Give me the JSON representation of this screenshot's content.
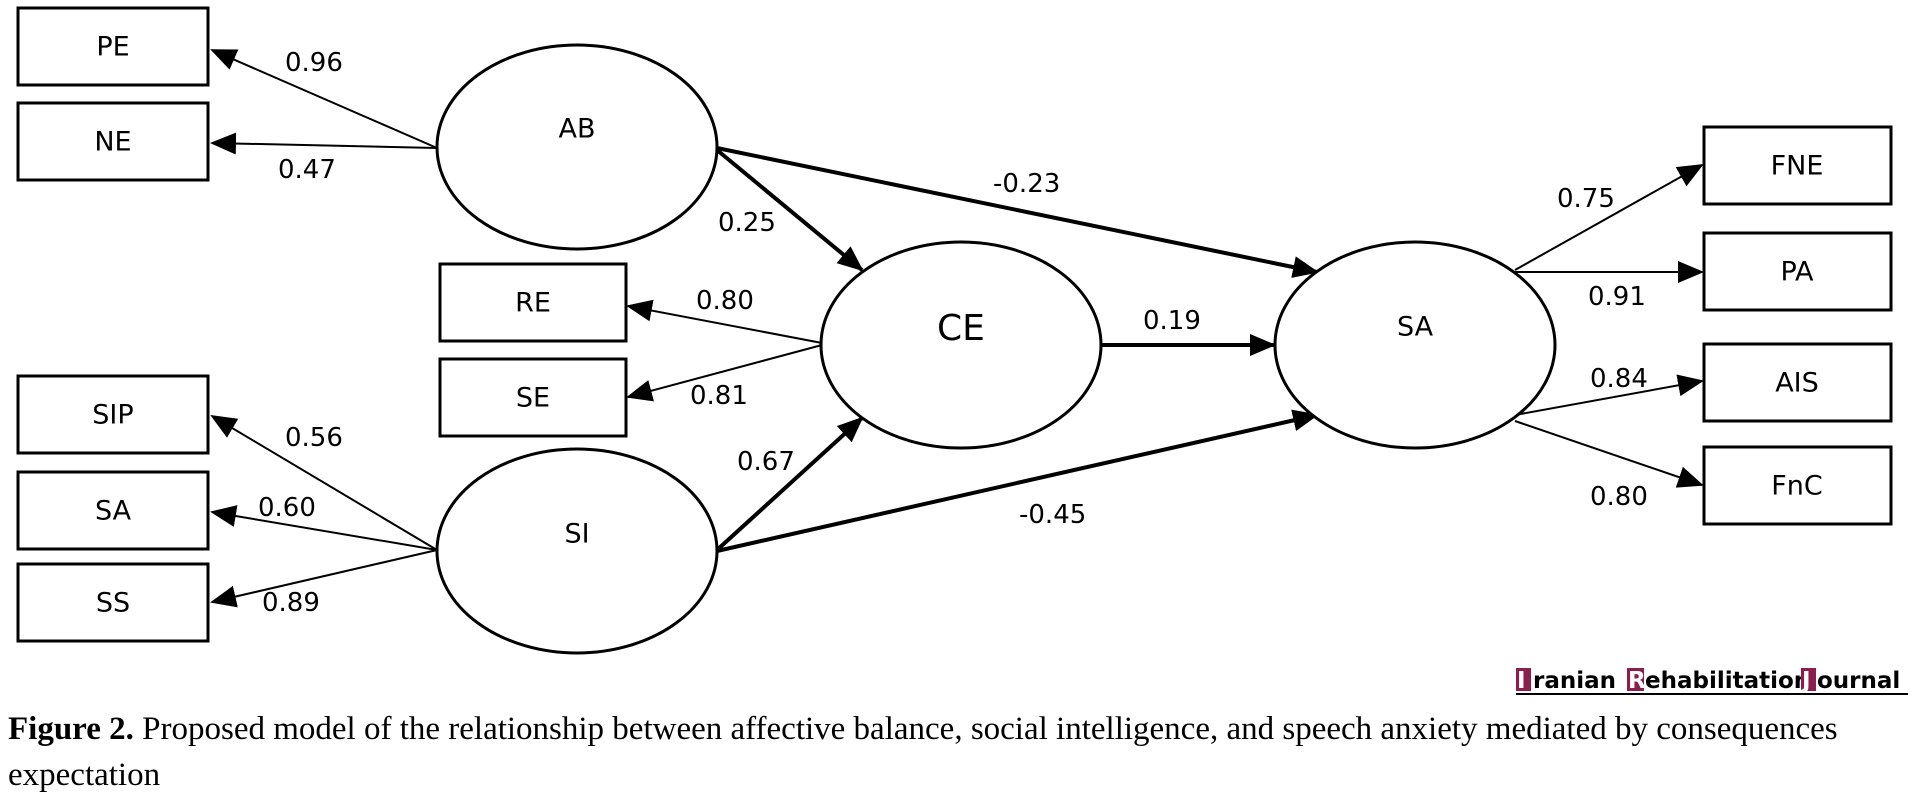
{
  "nodes": {
    "PE": "PE",
    "NE": "NE",
    "RE": "RE",
    "SE": "SE",
    "SIP": "SIP",
    "SA_ind": "SA",
    "SS": "SS",
    "FNE": "FNE",
    "PA": "PA",
    "AIS": "AIS",
    "FnC": "FnC",
    "AB": "AB",
    "CE": "CE",
    "SI": "SI",
    "SA": "SA"
  },
  "edges": {
    "AB_PE": "0.96",
    "AB_NE": "0.47",
    "AB_CE": "0.25",
    "AB_SA": "-0.23",
    "CE_RE": "0.80",
    "CE_SE": "0.81",
    "CE_SA": "0.19",
    "SI_SIP": "0.56",
    "SI_SA": "0.60",
    "SI_SS": "0.89",
    "SI_CE": "0.67",
    "SI_SAlat": "-0.45",
    "SA_FNE": "0.75",
    "SA_PA": "0.91",
    "SA_AIS": "0.84",
    "SA_FnC": "0.80"
  },
  "brand": {
    "I": "I",
    "ranian": "ranian ",
    "R": "R",
    "ehab": "ehabilitation ",
    "J": "J",
    "ournal": "ournal",
    "accent_color": "#8b1e4a"
  },
  "caption": {
    "label": "Figure 2.",
    "text": " Proposed model of the relationship between affective balance, social intelligence, and speech anxiety mediated by consequences expectation"
  }
}
